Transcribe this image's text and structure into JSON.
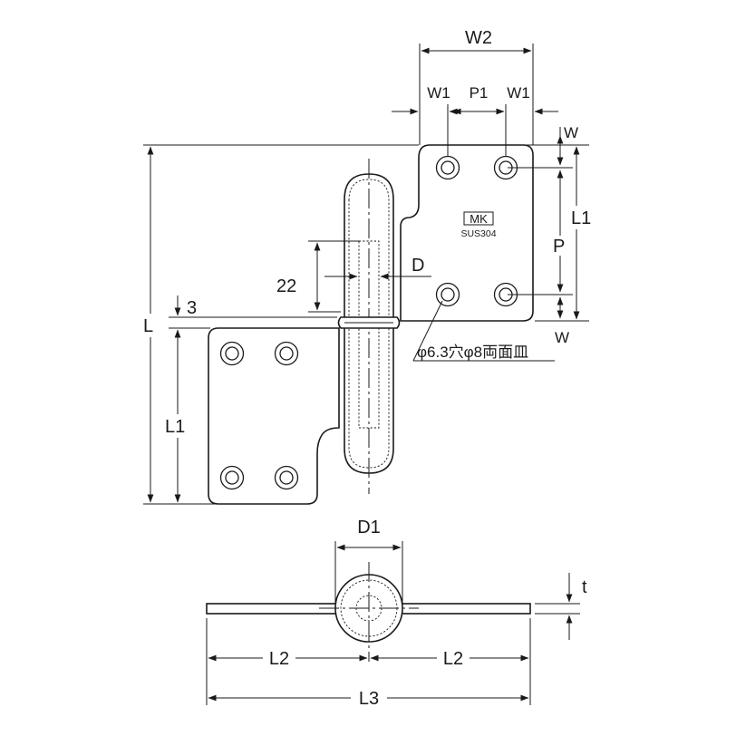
{
  "labels": {
    "w2": "W2",
    "w1_left": "W1",
    "p1": "P1",
    "w1_right": "W1",
    "w_top": "W",
    "w_bottom": "W",
    "l1_right": "L1",
    "p": "P",
    "l": "L",
    "three": "3",
    "twenty_two": "22",
    "d": "D",
    "l1_left": "L1",
    "hole_spec": "φ6.3穴φ8両面皿",
    "d1": "D1",
    "t": "t",
    "l2_left": "L2",
    "l2_right": "L2",
    "l3": "L3"
  },
  "stamp": {
    "maker": "MK",
    "material": "SUS304"
  }
}
